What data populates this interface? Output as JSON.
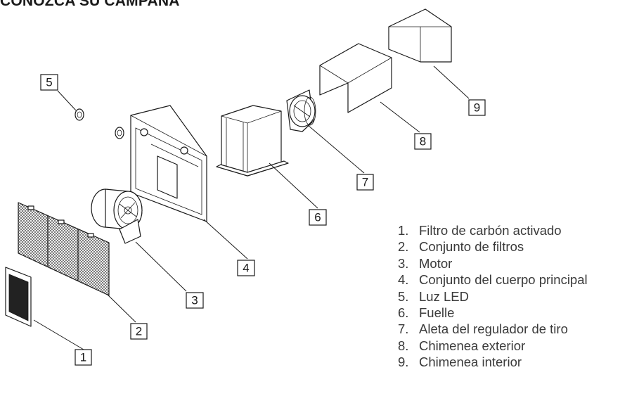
{
  "title": "CONOZCA SU CAMPANA",
  "callouts": [
    "1",
    "2",
    "3",
    "4",
    "5",
    "6",
    "7",
    "8",
    "9"
  ],
  "legend": [
    {
      "num": "1.",
      "label": "Filtro de carbón activado"
    },
    {
      "num": "2.",
      "label": "Conjunto de filtros"
    },
    {
      "num": "3.",
      "label": "Motor"
    },
    {
      "num": "4.",
      "label": "Conjunto del cuerpo principal"
    },
    {
      "num": "5.",
      "label": "Luz LED"
    },
    {
      "num": "6.",
      "label": "Fuelle"
    },
    {
      "num": "7.",
      "label": "Aleta del regulador de tiro"
    },
    {
      "num": "8.",
      "label": "Chimenea exterior"
    },
    {
      "num": "9.",
      "label": "Chimenea interior"
    }
  ],
  "colors": {
    "line": "#1a1a1a",
    "text": "#3a3a3a",
    "filter_dark": "#222222"
  }
}
